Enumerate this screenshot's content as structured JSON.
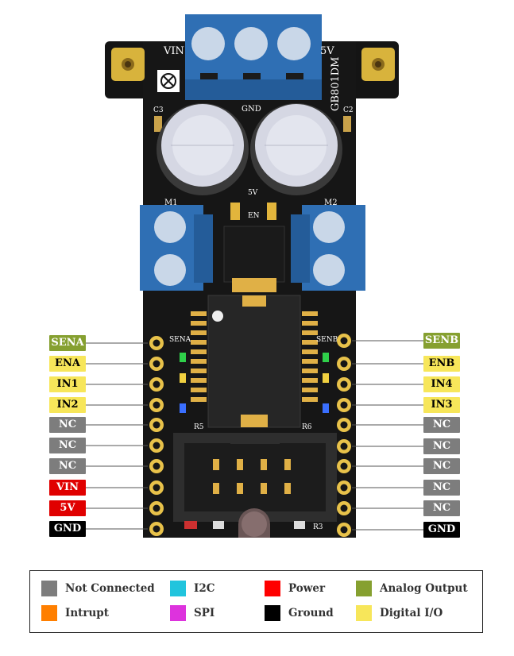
{
  "board": {
    "silk_top_left": "VIN",
    "silk_top_right": "5V",
    "model": "GB801DM",
    "silk_gnd": "GND",
    "silk_c3": "C3",
    "silk_c2": "C2",
    "silk_5v": "5V",
    "silk_en": "EN",
    "silk_m1": "M1",
    "silk_m2": "M2",
    "silk_r5": "R5",
    "silk_r6": "R6",
    "silk_r3": "R3",
    "silk_sena": "SENA",
    "silk_senb": "SENB"
  },
  "pins_left": [
    {
      "label": "SENA",
      "type": "analog"
    },
    {
      "label": "ENA",
      "type": "digital"
    },
    {
      "label": "IN1",
      "type": "digital"
    },
    {
      "label": "IN2",
      "type": "digital"
    },
    {
      "label": "NC",
      "type": "nc"
    },
    {
      "label": "NC",
      "type": "nc"
    },
    {
      "label": "NC",
      "type": "nc"
    },
    {
      "label": "VIN",
      "type": "power"
    },
    {
      "label": "5V",
      "type": "power"
    },
    {
      "label": "GND",
      "type": "ground"
    }
  ],
  "pins_right": [
    {
      "label": "SENB",
      "type": "analog"
    },
    {
      "label": "ENB",
      "type": "digital"
    },
    {
      "label": "IN4",
      "type": "digital"
    },
    {
      "label": "IN3",
      "type": "digital"
    },
    {
      "label": "NC",
      "type": "nc"
    },
    {
      "label": "NC",
      "type": "nc"
    },
    {
      "label": "NC",
      "type": "nc"
    },
    {
      "label": "NC",
      "type": "nc"
    },
    {
      "label": "NC",
      "type": "nc"
    },
    {
      "label": "GND",
      "type": "ground"
    }
  ],
  "legend": [
    {
      "label": "Not Connected",
      "color": "#7d7d7d"
    },
    {
      "label": "I2C",
      "color": "#21c4dd"
    },
    {
      "label": "Power",
      "color": "#ff0000"
    },
    {
      "label": "Analog Output",
      "color": "#86a030"
    },
    {
      "label": "Intrupt",
      "color": "#ff7f00"
    },
    {
      "label": "SPI",
      "color": "#dd33dd"
    },
    {
      "label": "Ground",
      "color": "#000000"
    },
    {
      "label": "Digital I/O",
      "color": "#f7e65a"
    }
  ]
}
